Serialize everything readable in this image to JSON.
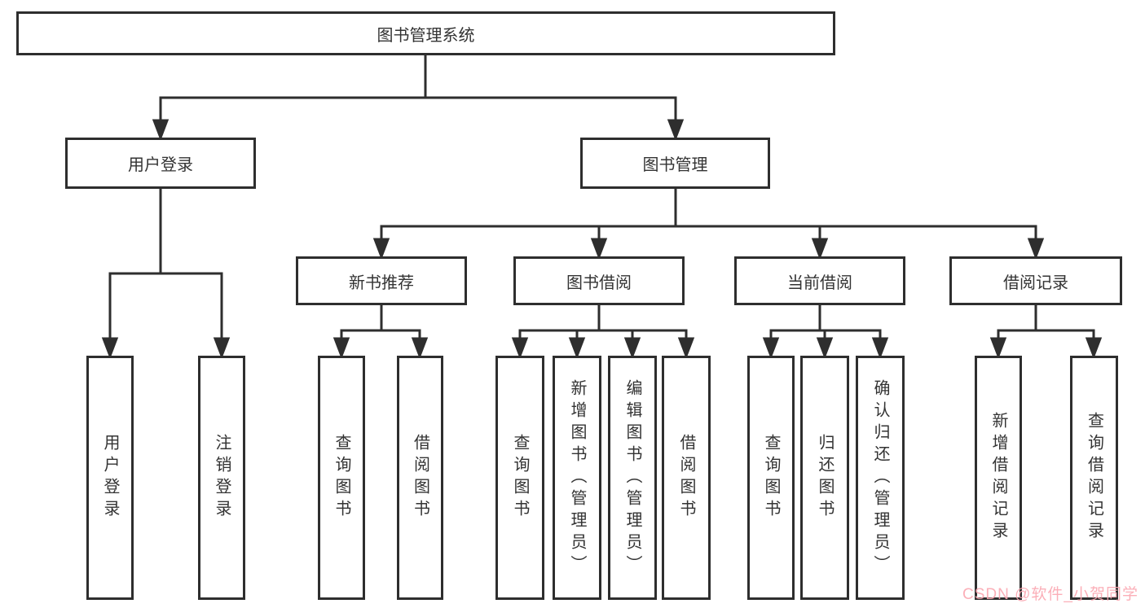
{
  "diagram": {
    "root": "图书管理系统",
    "branches": [
      {
        "label": "用户登录",
        "children": [
          "用户登录",
          "注销登录"
        ]
      },
      {
        "label": "图书管理"
      }
    ],
    "modules": [
      {
        "label": "新书推荐",
        "children": [
          "查询图书",
          "借阅图书"
        ]
      },
      {
        "label": "图书借阅",
        "children": [
          "查询图书",
          "新增图书（管理员）",
          "编辑图书（管理员）",
          "借阅图书"
        ]
      },
      {
        "label": "当前借阅",
        "children": [
          "查询图书",
          "归还图书",
          "确认归还（管理员）"
        ]
      },
      {
        "label": "借阅记录",
        "children": [
          "新增借阅记录",
          "查询借阅记录"
        ]
      }
    ]
  },
  "watermark": {
    "text": "CSDN @软件_小贺同学",
    "color": "#fba7b1"
  },
  "colors": {
    "line": "#2e2e2e",
    "text": "#333333",
    "background": "#ffffff"
  }
}
